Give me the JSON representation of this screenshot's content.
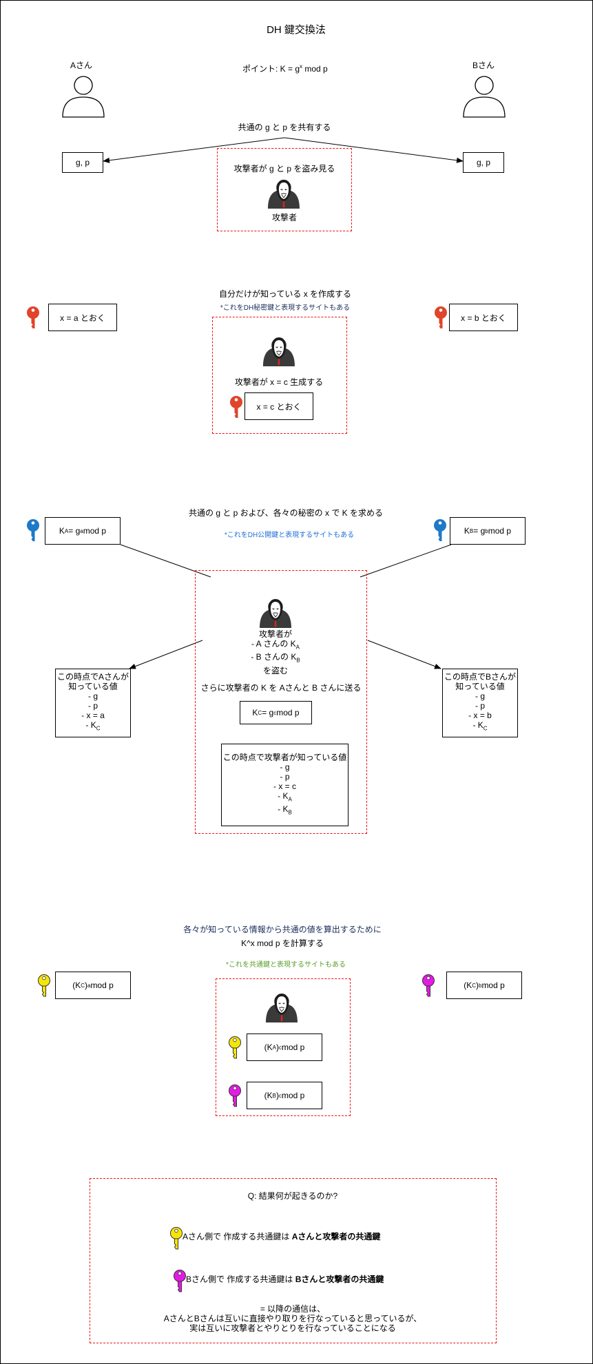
{
  "title": "DH 鍵交換法",
  "section1": {
    "person_a_label": "Aさん",
    "person_b_label": "Bさん",
    "point_prefix": "ポイント: K = g",
    "point_sup": "x",
    "point_suffix": " mod p",
    "share_label": "共通の g と p を共有する",
    "a_box": "g, p",
    "b_box": "g, p",
    "attacker_caption": "攻撃者が g と p を盗み見る",
    "attacker_label": "攻撃者"
  },
  "section2": {
    "heading": "自分だけが知っている x を作成する",
    "note": "*これをDH秘密鍵と表現するサイトもある",
    "a_box": "x = a とおく",
    "b_box": "x = b とおく",
    "attacker_caption": "攻撃者が x = c 生成する",
    "attacker_box": "x = c とおく"
  },
  "section3": {
    "heading": "共通の g と p および、各々の秘密の x で K を求める",
    "note": "*これをDH公開鍵と表現するサイトもある",
    "ka": {
      "k": "K",
      "sub": "A",
      "mid": "= g",
      "sup": "a",
      "end": " mod p"
    },
    "kb": {
      "k": "K",
      "sub": "B",
      "mid": " = g",
      "sup": "b",
      "end": " mod p"
    },
    "steal": {
      "line1": "攻撃者が",
      "a_prefix": "- A さんの K",
      "a_sub": "A",
      "b_prefix": "- B さんの K",
      "b_sub": "B",
      "line4": "を盗む"
    },
    "send": "さらに攻撃者の K を Aさんと B さんに送る",
    "kc": {
      "k": "K",
      "sub": "C",
      "mid": " = g",
      "sup": "c",
      "end": " mod p"
    },
    "a_known": {
      "l1": "この時点でAさんが",
      "l2": "知っている値",
      "l3": "-  g",
      "l4": "-  p",
      "l5": "- x = a",
      "l6": "- K",
      "l6sub": "C"
    },
    "b_known": {
      "l1": "この時点でBさんが",
      "l2": "知っている値",
      "l3": "-  g",
      "l4": "-  p",
      "l5": "- x = b",
      "l6": "- K",
      "l6sub": "C"
    },
    "attacker_known": {
      "l1": "この時点で攻撃者が知っている値",
      "l2": "-  g",
      "l3": "-  p",
      "l4": "- x = c",
      "l5": "- K",
      "l5sub": "A",
      "l6": "- K",
      "l6sub": "B"
    }
  },
  "section4": {
    "heading1": "各々が知っている情報から共通の値を算出するために",
    "heading2": "K^x mod p を計算する",
    "note": "*これを共通鍵と表現するサイトもある",
    "a_box": {
      "open": "(K",
      "sub": "C",
      "close": ")",
      "sup": "a",
      "end": " mod p"
    },
    "b_box": {
      "open": "(K",
      "sub": "C",
      "close": ")",
      "sup": "b",
      "end": " mod p"
    },
    "atk_a": {
      "open": "(K",
      "sub": "A",
      "close": ")",
      "sup": "c",
      "end": " mod p"
    },
    "atk_b": {
      "open": "(K",
      "sub": "B",
      "close": ")",
      "sup": "c",
      "end": " mod p"
    }
  },
  "section5": {
    "question": "Q: 結果何が起きるのか?",
    "a_line_prefix": "Aさん側で 作成する共通鍵は ",
    "a_line_bold": "Aさんと攻撃者の共通鍵",
    "b_line_prefix": "Bさん側で 作成する共通鍵は ",
    "b_line_bold": "Bさんと攻撃者の共通鍵",
    "conclusion1": "= 以降の通信は、",
    "conclusion2": "AさんとBさんは互いに直接やり取りを行なっていると思っているが、",
    "conclusion3": "実は互いに攻撃者とやりとりを行なっていることになる"
  },
  "colors": {
    "dash_border": "#e11111",
    "key_red": "#e0442a",
    "key_blue": "#1f78c8",
    "key_yellow": "#f5e60a",
    "key_magenta": "#e619e6",
    "note_blue": "#1e6fd9",
    "note_navy": "#1a2d5a",
    "note_green": "#5a9e2a"
  },
  "icons": [
    "person-icon",
    "attacker-icon",
    "key-icon"
  ]
}
